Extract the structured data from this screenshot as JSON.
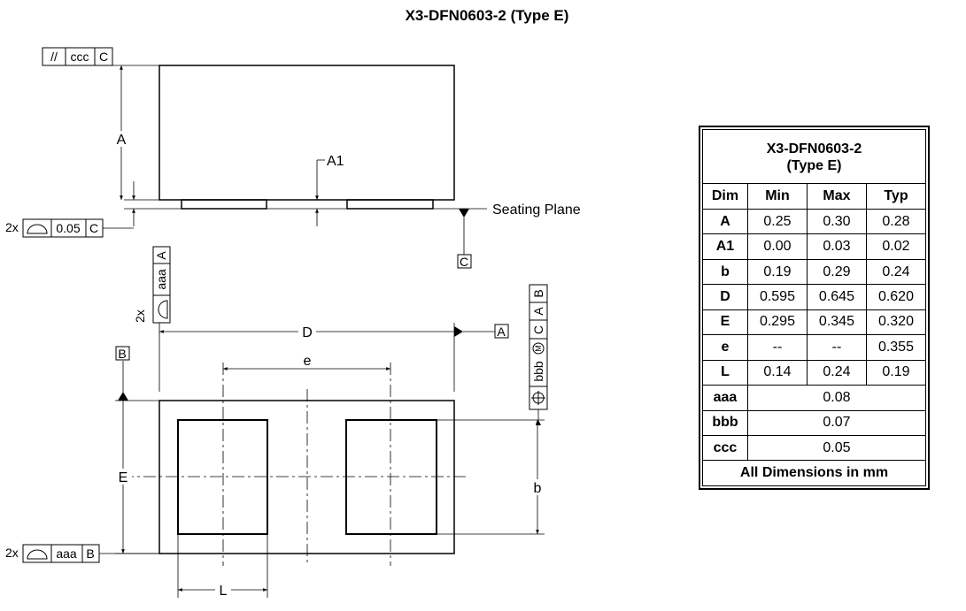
{
  "title": "X3-DFN0603-2 (Type E)",
  "side_view": {
    "fcf_top": [
      "//",
      "ccc",
      "C"
    ],
    "fcf_bottom_count": "2x",
    "fcf_bottom": [
      "0.05",
      "C"
    ],
    "label_A": "A",
    "label_A1": "A1",
    "seating_plane": "Seating Plane",
    "datum_C": "C"
  },
  "bottom_view": {
    "fcf_vertical_left_count": "2x",
    "fcf_vertical_left": [
      "aaa",
      "A"
    ],
    "fcf_vertical_right": [
      "bbb",
      "M",
      "C",
      "A",
      "B"
    ],
    "label_D": "D",
    "label_e": "e",
    "label_E": "E",
    "label_b": "b",
    "label_L": "L",
    "datum_A": "A",
    "datum_B": "B",
    "fcf_bottom_count": "2x",
    "fcf_bottom": [
      "aaa",
      "B"
    ]
  },
  "table": {
    "title_line1": "X3-DFN0603-2",
    "title_line2": "(Type E)",
    "headers": [
      "Dim",
      "Min",
      "Max",
      "Typ"
    ],
    "rows": [
      [
        "A",
        "0.25",
        "0.30",
        "0.28"
      ],
      [
        "A1",
        "0.00",
        "0.03",
        "0.02"
      ],
      [
        "b",
        "0.19",
        "0.29",
        "0.24"
      ],
      [
        "D",
        "0.595",
        "0.645",
        "0.620"
      ],
      [
        "E",
        "0.295",
        "0.345",
        "0.320"
      ],
      [
        "e",
        "--",
        "--",
        "0.355"
      ],
      [
        "L",
        "0.14",
        "0.24",
        "0.19"
      ]
    ],
    "span_rows": [
      [
        "aaa",
        "0.08"
      ],
      [
        "bbb",
        "0.07"
      ],
      [
        "ccc",
        "0.05"
      ]
    ],
    "footer": "All Dimensions in mm"
  }
}
